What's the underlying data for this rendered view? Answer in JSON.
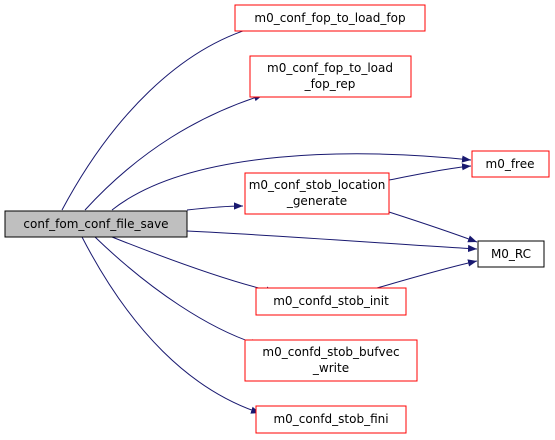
{
  "graph": {
    "root": {
      "label": "conf_fom_conf_file_save"
    },
    "nodes": [
      {
        "id": "load_fop",
        "lines": [
          "m0_conf_fop_to_load_fop"
        ]
      },
      {
        "id": "load_fop_rep",
        "lines": [
          "m0_conf_fop_to_load",
          "_fop_rep"
        ]
      },
      {
        "id": "free",
        "lines": [
          "m0_free"
        ]
      },
      {
        "id": "stob_loc_gen",
        "lines": [
          "m0_conf_stob_location",
          "_generate"
        ]
      },
      {
        "id": "m0_rc",
        "lines": [
          "M0_RC"
        ]
      },
      {
        "id": "stob_init",
        "lines": [
          "m0_confd_stob_init"
        ]
      },
      {
        "id": "stob_bufvec",
        "lines": [
          "m0_confd_stob_bufvec",
          "_write"
        ]
      },
      {
        "id": "stob_fini",
        "lines": [
          "m0_confd_stob_fini"
        ]
      }
    ],
    "colors": {
      "edge": "#191970",
      "node_border_link": "#ff0000",
      "node_border_plain": "#000000",
      "root_fill": "#bfbfbf"
    }
  }
}
